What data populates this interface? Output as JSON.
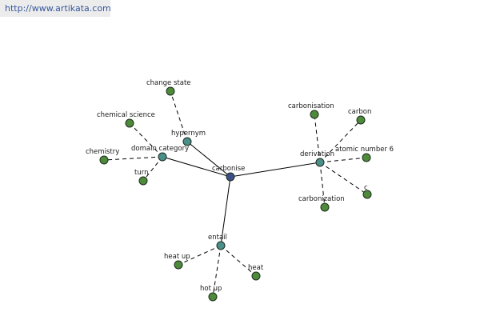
{
  "url_text": "http://www.artikata.com",
  "colors": {
    "center_node": "#3c4f8a",
    "relation_node": "#4a8f8a",
    "leaf_node": "#4d8b3b",
    "url_bar": "#ececec",
    "url_text": "#35579b"
  },
  "graph": {
    "center": {
      "id": "carbonise",
      "label": "carbonise"
    },
    "relations": [
      {
        "id": "hypernym",
        "label": "hypernym"
      },
      {
        "id": "domain",
        "label": "domain category"
      },
      {
        "id": "derivation",
        "label": "derivation"
      },
      {
        "id": "entail",
        "label": "entail"
      }
    ],
    "leaves": [
      {
        "id": "change-state",
        "label": "change state",
        "relation": "hypernym"
      },
      {
        "id": "chemical-science",
        "label": "chemical science",
        "relation": "domain"
      },
      {
        "id": "chemistry",
        "label": "chemistry",
        "relation": "domain"
      },
      {
        "id": "turn",
        "label": "turn",
        "relation": "domain"
      },
      {
        "id": "carbonisation",
        "label": "carbonisation",
        "relation": "derivation"
      },
      {
        "id": "carbon",
        "label": "carbon",
        "relation": "derivation"
      },
      {
        "id": "atomic-number-6",
        "label": "atomic number 6",
        "relation": "derivation"
      },
      {
        "id": "c",
        "label": "c",
        "relation": "derivation"
      },
      {
        "id": "carbonization",
        "label": "carbonization",
        "relation": "derivation"
      },
      {
        "id": "heat-up",
        "label": "heat up",
        "relation": "entail"
      },
      {
        "id": "heat",
        "label": "heat",
        "relation": "entail"
      },
      {
        "id": "hot-up",
        "label": "hot up",
        "relation": "entail"
      }
    ]
  }
}
